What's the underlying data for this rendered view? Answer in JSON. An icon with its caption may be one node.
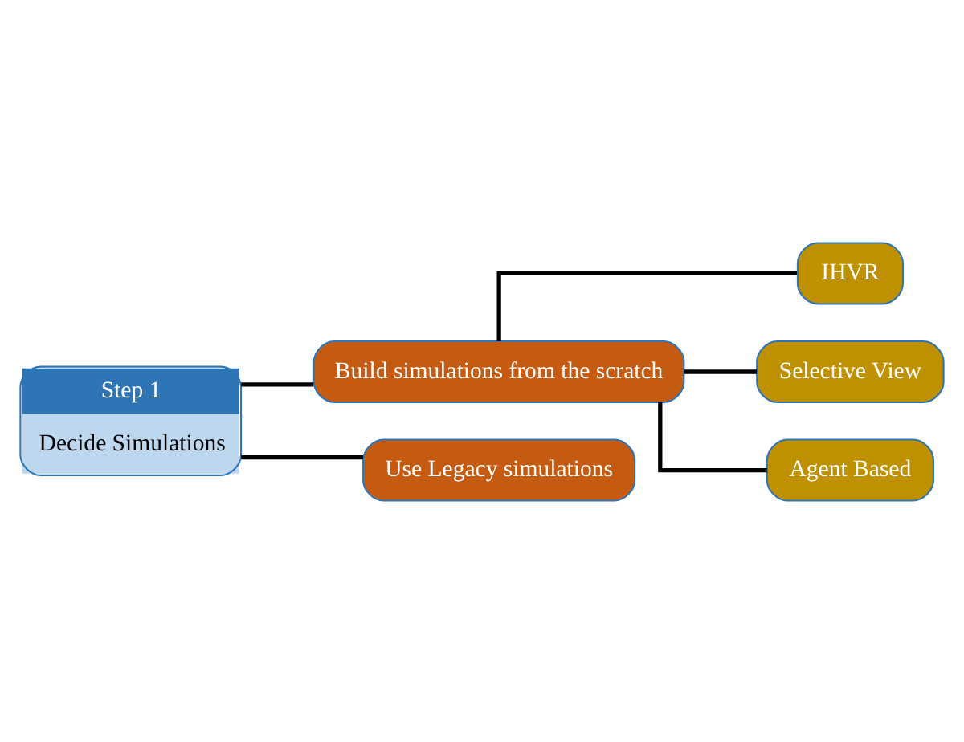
{
  "diagram": {
    "nodes": [
      {
        "text": [
          "Step 1",
          "Decide Simulations"
        ]
      },
      {
        "text": [
          "Build simulations from the scratch"
        ]
      },
      {
        "text": [
          "Use Legacy simulations"
        ]
      },
      {
        "text": [
          "IHVR"
        ]
      },
      {
        "text": [
          "Selective View"
        ]
      },
      {
        "text": [
          "Agent Based"
        ]
      }
    ],
    "edges": [
      {
        "from": 0,
        "to": 1,
        "arrow": "none"
      },
      {
        "from": 0,
        "to": 2,
        "arrow": "none"
      },
      {
        "from": 1,
        "to": 3,
        "arrow": "none"
      },
      {
        "from": 1,
        "to": 4,
        "arrow": "none"
      },
      {
        "from": 1,
        "to": 5,
        "arrow": "none"
      }
    ]
  }
}
